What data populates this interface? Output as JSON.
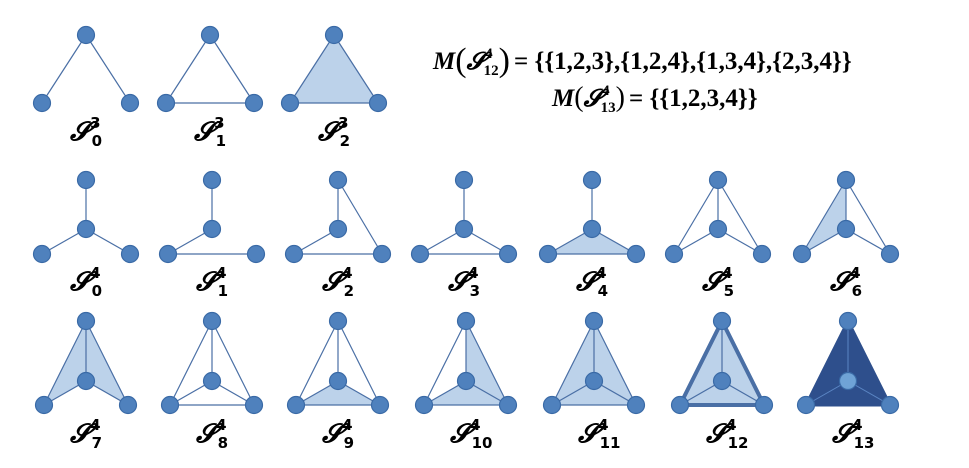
{
  "colors": {
    "node_fill": "#4f81bd",
    "node_stroke": "#3a6aa6",
    "edge": "#4a6fa5",
    "face_light": "#bcd2ea",
    "face_dark": "#2e4f8c",
    "center_on_dark": "#6fa3d6"
  },
  "formula": {
    "line1": {
      "operator": "M",
      "symbol": "𝓢",
      "superscript": "4",
      "subscript": "12",
      "rhs": "= {{1,2,3},{1,2,4},{1,3,4},{2,3,4}}"
    },
    "line2": {
      "operator": "M",
      "symbol": "𝓢",
      "superscript": "4",
      "subscript": "13",
      "rhs": "= {{1,2,3,4}}"
    }
  },
  "complexes": [
    {
      "id": "S3_0",
      "symbol": "𝓢",
      "superscript": "3",
      "subscript": "0",
      "nodes": 3,
      "edges": [
        [
          0,
          1
        ],
        [
          0,
          2
        ]
      ],
      "faces": [],
      "style": "light"
    },
    {
      "id": "S3_1",
      "symbol": "𝓢",
      "superscript": "3",
      "subscript": "1",
      "nodes": 3,
      "edges": [
        [
          0,
          1
        ],
        [
          0,
          2
        ],
        [
          1,
          2
        ]
      ],
      "faces": [],
      "style": "light"
    },
    {
      "id": "S3_2",
      "symbol": "𝓢",
      "superscript": "3",
      "subscript": "2",
      "nodes": 3,
      "edges": [
        [
          0,
          1
        ],
        [
          0,
          2
        ],
        [
          1,
          2
        ]
      ],
      "faces": [
        [
          0,
          1,
          2
        ]
      ],
      "style": "light"
    },
    {
      "id": "S4_0",
      "symbol": "𝓢",
      "superscript": "4",
      "subscript": "0",
      "nodes": 4,
      "edges": [
        [
          0,
          3
        ],
        [
          1,
          3
        ],
        [
          2,
          3
        ]
      ],
      "faces": [],
      "style": "light"
    },
    {
      "id": "S4_1",
      "symbol": "𝓢",
      "superscript": "4",
      "subscript": "1",
      "nodes": 4,
      "edges": [
        [
          0,
          3
        ],
        [
          1,
          3
        ],
        [
          1,
          2
        ]
      ],
      "faces": [],
      "style": "light"
    },
    {
      "id": "S4_2",
      "symbol": "𝓢",
      "superscript": "4",
      "subscript": "2",
      "nodes": 4,
      "edges": [
        [
          0,
          3
        ],
        [
          1,
          3
        ],
        [
          0,
          2
        ],
        [
          1,
          2
        ]
      ],
      "faces": [],
      "style": "light"
    },
    {
      "id": "S4_3",
      "symbol": "𝓢",
      "superscript": "4",
      "subscript": "3",
      "nodes": 4,
      "edges": [
        [
          0,
          3
        ],
        [
          1,
          3
        ],
        [
          2,
          3
        ],
        [
          1,
          2
        ]
      ],
      "faces": [],
      "style": "light"
    },
    {
      "id": "S4_4",
      "symbol": "𝓢",
      "superscript": "4",
      "subscript": "4",
      "nodes": 4,
      "edges": [
        [
          0,
          3
        ],
        [
          1,
          3
        ],
        [
          2,
          3
        ],
        [
          1,
          2
        ]
      ],
      "faces": [
        [
          1,
          2,
          3
        ]
      ],
      "style": "light"
    },
    {
      "id": "S4_5",
      "symbol": "𝓢",
      "superscript": "4",
      "subscript": "5",
      "nodes": 4,
      "edges": [
        [
          0,
          3
        ],
        [
          1,
          3
        ],
        [
          2,
          3
        ],
        [
          0,
          1
        ],
        [
          0,
          2
        ]
      ],
      "faces": [],
      "style": "light"
    },
    {
      "id": "S4_6",
      "symbol": "𝓢",
      "superscript": "4",
      "subscript": "6",
      "nodes": 4,
      "edges": [
        [
          0,
          3
        ],
        [
          1,
          3
        ],
        [
          2,
          3
        ],
        [
          0,
          1
        ],
        [
          0,
          2
        ]
      ],
      "faces": [
        [
          0,
          1,
          3
        ]
      ],
      "style": "light"
    },
    {
      "id": "S4_7",
      "symbol": "𝓢",
      "superscript": "4",
      "subscript": "7",
      "nodes": 4,
      "edges": [
        [
          0,
          3
        ],
        [
          1,
          3
        ],
        [
          2,
          3
        ],
        [
          0,
          1
        ],
        [
          0,
          2
        ]
      ],
      "faces": [
        [
          0,
          1,
          3
        ],
        [
          0,
          2,
          3
        ]
      ],
      "style": "light"
    },
    {
      "id": "S4_8",
      "symbol": "𝓢",
      "superscript": "4",
      "subscript": "8",
      "nodes": 4,
      "edges": [
        [
          0,
          3
        ],
        [
          1,
          3
        ],
        [
          2,
          3
        ],
        [
          0,
          1
        ],
        [
          0,
          2
        ],
        [
          1,
          2
        ]
      ],
      "faces": [],
      "style": "light"
    },
    {
      "id": "S4_9",
      "symbol": "𝓢",
      "superscript": "4",
      "subscript": "9",
      "nodes": 4,
      "edges": [
        [
          0,
          3
        ],
        [
          1,
          3
        ],
        [
          2,
          3
        ],
        [
          0,
          1
        ],
        [
          0,
          2
        ],
        [
          1,
          2
        ]
      ],
      "faces": [
        [
          1,
          2,
          3
        ]
      ],
      "style": "light"
    },
    {
      "id": "S4_10",
      "symbol": "𝓢",
      "superscript": "4",
      "subscript": "10",
      "nodes": 4,
      "edges": [
        [
          0,
          3
        ],
        [
          1,
          3
        ],
        [
          2,
          3
        ],
        [
          0,
          1
        ],
        [
          0,
          2
        ],
        [
          1,
          2
        ]
      ],
      "faces": [
        [
          0,
          2,
          3
        ],
        [
          1,
          2,
          3
        ]
      ],
      "style": "light"
    },
    {
      "id": "S4_11",
      "symbol": "𝓢",
      "superscript": "4",
      "subscript": "11",
      "nodes": 4,
      "edges": [
        [
          0,
          3
        ],
        [
          1,
          3
        ],
        [
          2,
          3
        ],
        [
          0,
          1
        ],
        [
          0,
          2
        ],
        [
          1,
          2
        ]
      ],
      "faces": [
        [
          0,
          1,
          3
        ],
        [
          0,
          2,
          3
        ],
        [
          1,
          2,
          3
        ]
      ],
      "style": "light"
    },
    {
      "id": "S4_12",
      "symbol": "𝓢",
      "superscript": "4",
      "subscript": "12",
      "nodes": 4,
      "edges": [
        [
          0,
          3
        ],
        [
          1,
          3
        ],
        [
          2,
          3
        ],
        [
          0,
          1
        ],
        [
          0,
          2
        ],
        [
          1,
          2
        ]
      ],
      "faces": [
        [
          0,
          1,
          2
        ]
      ],
      "style": "light",
      "bold_outline": true
    },
    {
      "id": "S4_13",
      "symbol": "𝓢",
      "superscript": "4",
      "subscript": "13",
      "nodes": 4,
      "edges": [
        [
          0,
          3
        ],
        [
          1,
          3
        ],
        [
          2,
          3
        ],
        [
          0,
          1
        ],
        [
          0,
          2
        ],
        [
          1,
          2
        ]
      ],
      "faces": [
        [
          0,
          1,
          2
        ]
      ],
      "style": "dark"
    }
  ]
}
